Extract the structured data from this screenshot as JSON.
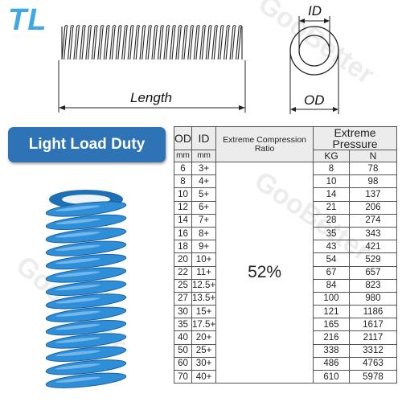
{
  "brand": {
    "logo_text": "TL",
    "watermark": "GooBetter"
  },
  "diagram": {
    "length_label": "Length",
    "id_label": "ID",
    "od_label": "OD"
  },
  "product": {
    "duty_label": "Light Load Duty",
    "spring_color": "#2f8ed8"
  },
  "table": {
    "headers": {
      "od": "OD",
      "id": "ID",
      "ratio": "Extreme Compression Ratio",
      "pressure": "Extreme Pressure",
      "od_unit": "mm",
      "id_unit": "mm",
      "kg_unit": "KG",
      "n_unit": "N"
    },
    "ratio_value": "52%",
    "rows": [
      {
        "od": "6",
        "id": "3+",
        "kg": "8",
        "n": "78"
      },
      {
        "od": "8",
        "id": "4+",
        "kg": "10",
        "n": "98"
      },
      {
        "od": "10",
        "id": "5+",
        "kg": "14",
        "n": "137"
      },
      {
        "od": "12",
        "id": "6+",
        "kg": "21",
        "n": "206"
      },
      {
        "od": "14",
        "id": "7+",
        "kg": "28",
        "n": "274"
      },
      {
        "od": "16",
        "id": "8+",
        "kg": "35",
        "n": "343"
      },
      {
        "od": "18",
        "id": "9+",
        "kg": "43",
        "n": "421"
      },
      {
        "od": "20",
        "id": "10+",
        "kg": "54",
        "n": "529"
      },
      {
        "od": "22",
        "id": "11+",
        "kg": "67",
        "n": "657"
      },
      {
        "od": "25",
        "id": "12.5+",
        "kg": "84",
        "n": "823"
      },
      {
        "od": "27",
        "id": "13.5+",
        "kg": "100",
        "n": "980"
      },
      {
        "od": "30",
        "id": "15+",
        "kg": "121",
        "n": "1186"
      },
      {
        "od": "35",
        "id": "17.5+",
        "kg": "165",
        "n": "1617"
      },
      {
        "od": "40",
        "id": "20+",
        "kg": "216",
        "n": "2117"
      },
      {
        "od": "50",
        "id": "25+",
        "kg": "338",
        "n": "3312"
      },
      {
        "od": "60",
        "id": "30+",
        "kg": "486",
        "n": "4763"
      },
      {
        "od": "70",
        "id": "40+",
        "kg": "610",
        "n": "5978"
      }
    ]
  }
}
